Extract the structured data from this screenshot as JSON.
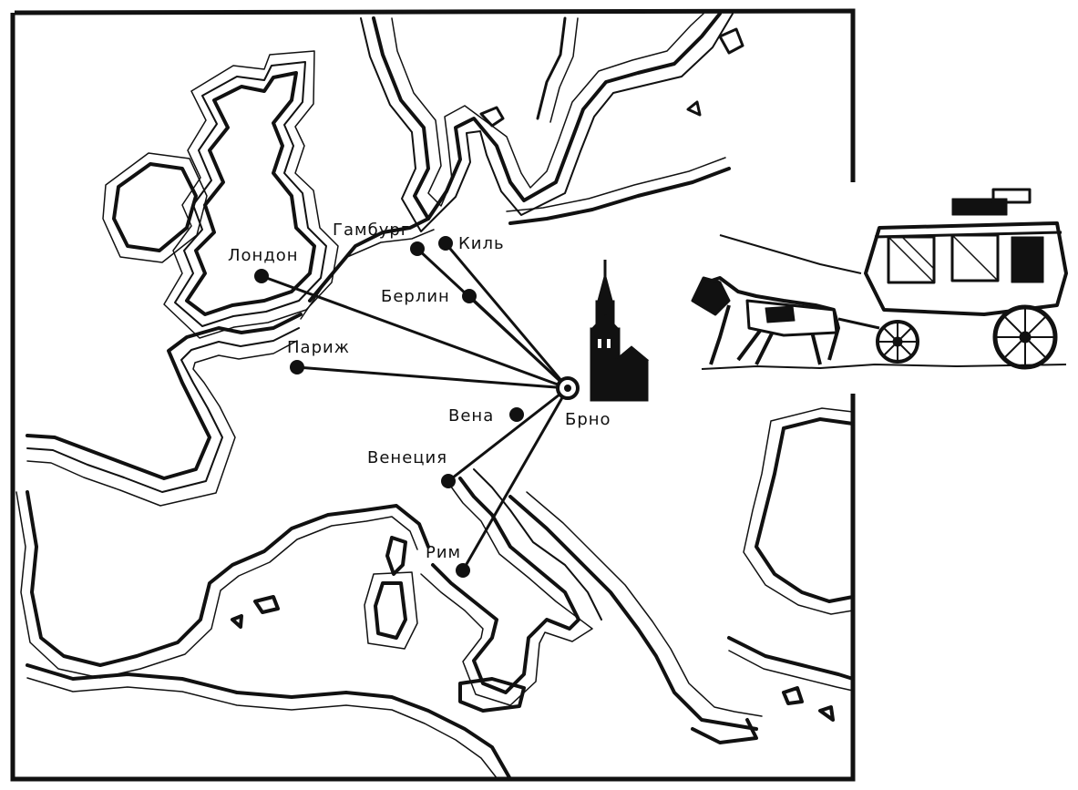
{
  "map": {
    "hub": {
      "label": "Брно"
    },
    "cities": [
      {
        "id": "london",
        "label": "Лондон",
        "route": true
      },
      {
        "id": "hamburg",
        "label": "Гамбург",
        "route": true
      },
      {
        "id": "kiel",
        "label": "Киль",
        "route": true
      },
      {
        "id": "berlin",
        "label": "Берлин",
        "route": true
      },
      {
        "id": "paris",
        "label": "Париж",
        "route": true
      },
      {
        "id": "vienna",
        "label": "Вена",
        "route": false
      },
      {
        "id": "venice",
        "label": "Венеция",
        "route": true
      },
      {
        "id": "rome",
        "label": "Рим",
        "route": true
      }
    ]
  },
  "illustrations": [
    {
      "name": "cathedral-icon"
    },
    {
      "name": "stagecoach-icon"
    }
  ],
  "colors": {
    "ink": "#111111",
    "paper": "#ffffff"
  }
}
